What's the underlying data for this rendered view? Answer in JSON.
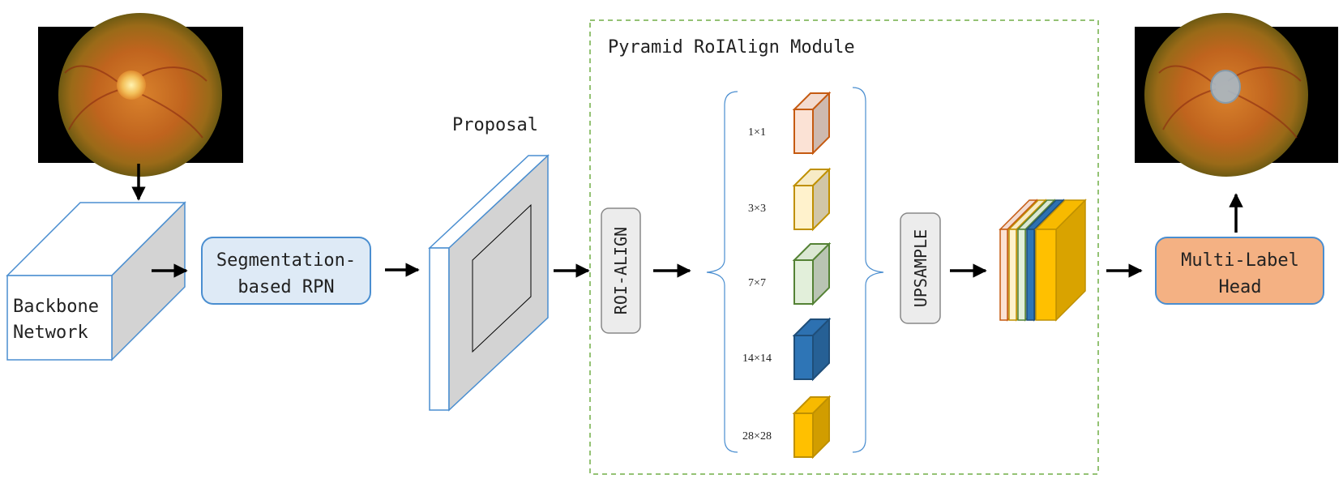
{
  "backbone": {
    "line1": "Backbone",
    "line2": "Network"
  },
  "rpn": {
    "line1": "Segmentation-",
    "line2": "based RPN"
  },
  "proposal": {
    "label": "Proposal"
  },
  "module": {
    "title": "Pyramid RoIAlign Module"
  },
  "roi_align": {
    "label": "ROI-ALIGN"
  },
  "upsample": {
    "label": "UPSAMPLE"
  },
  "pyramid_levels": [
    {
      "size": "1×1",
      "color": "#fbe2d5",
      "edge": "#c55a11"
    },
    {
      "size": "3×3",
      "color": "#fff2cc",
      "edge": "#bf9000"
    },
    {
      "size": "7×7",
      "color": "#e2efda",
      "edge": "#548235"
    },
    {
      "size": "14×14",
      "color": "#2e75b6",
      "edge": "#1f4e79"
    },
    {
      "size": "28×28",
      "color": "#ffc000",
      "edge": "#bf9000"
    }
  ],
  "head": {
    "line1": "Multi-Label",
    "line2": "Head"
  },
  "colors": {
    "box_border": "#4a8ed0",
    "rpn_fill": "#deeaf6",
    "head_fill": "#f4b183",
    "pill_fill": "#ececec",
    "module_border": "#70ad47",
    "gray_face": "#d3d3d3"
  }
}
